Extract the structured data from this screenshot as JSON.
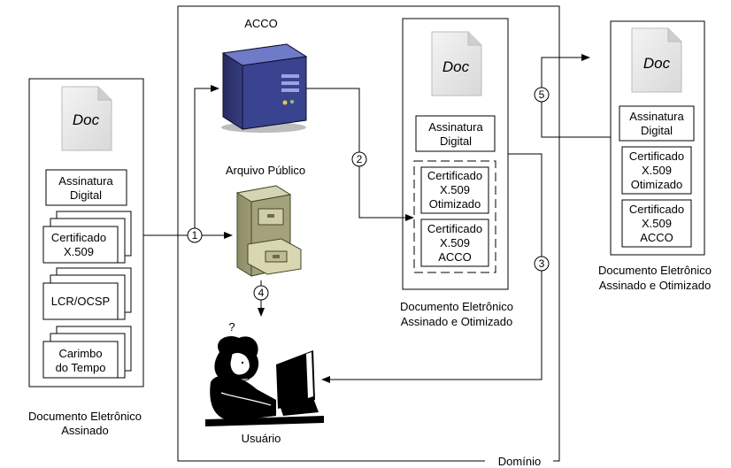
{
  "domain_label": "Domínio",
  "acco_label": "ACCO",
  "archive_label": "Arquivo Público",
  "user_label": "Usuário",
  "question_mark": "?",
  "doc_icon_label": "Doc",
  "left_document": {
    "signature": [
      "Assinatura",
      "Digital"
    ],
    "certificate": [
      "Certificado",
      "X.509"
    ],
    "crl": "LCR/OCSP",
    "timestamp": [
      "Carimbo",
      "do Tempo"
    ],
    "caption": [
      "Documento Eletrônico",
      "Assinado"
    ]
  },
  "middle_document": {
    "signature": [
      "Assinatura",
      "Digital"
    ],
    "cert_optimized": [
      "Certificado",
      "X.509",
      "Otimizado"
    ],
    "cert_acco": [
      "Certificado",
      "X.509",
      "ACCO"
    ],
    "caption": [
      "Documento Eletrônico",
      "Assinado e Otimizado"
    ]
  },
  "right_document": {
    "signature": [
      "Assinatura",
      "Digital"
    ],
    "cert_optimized": [
      "Certificado",
      "X.509",
      "Otimizado"
    ],
    "cert_acco": [
      "Certificado",
      "X.509",
      "ACCO"
    ],
    "caption": [
      "Documento Eletrônico",
      "Assinado e Otimizado"
    ]
  },
  "steps": [
    "1",
    "2",
    "3",
    "4",
    "5"
  ]
}
